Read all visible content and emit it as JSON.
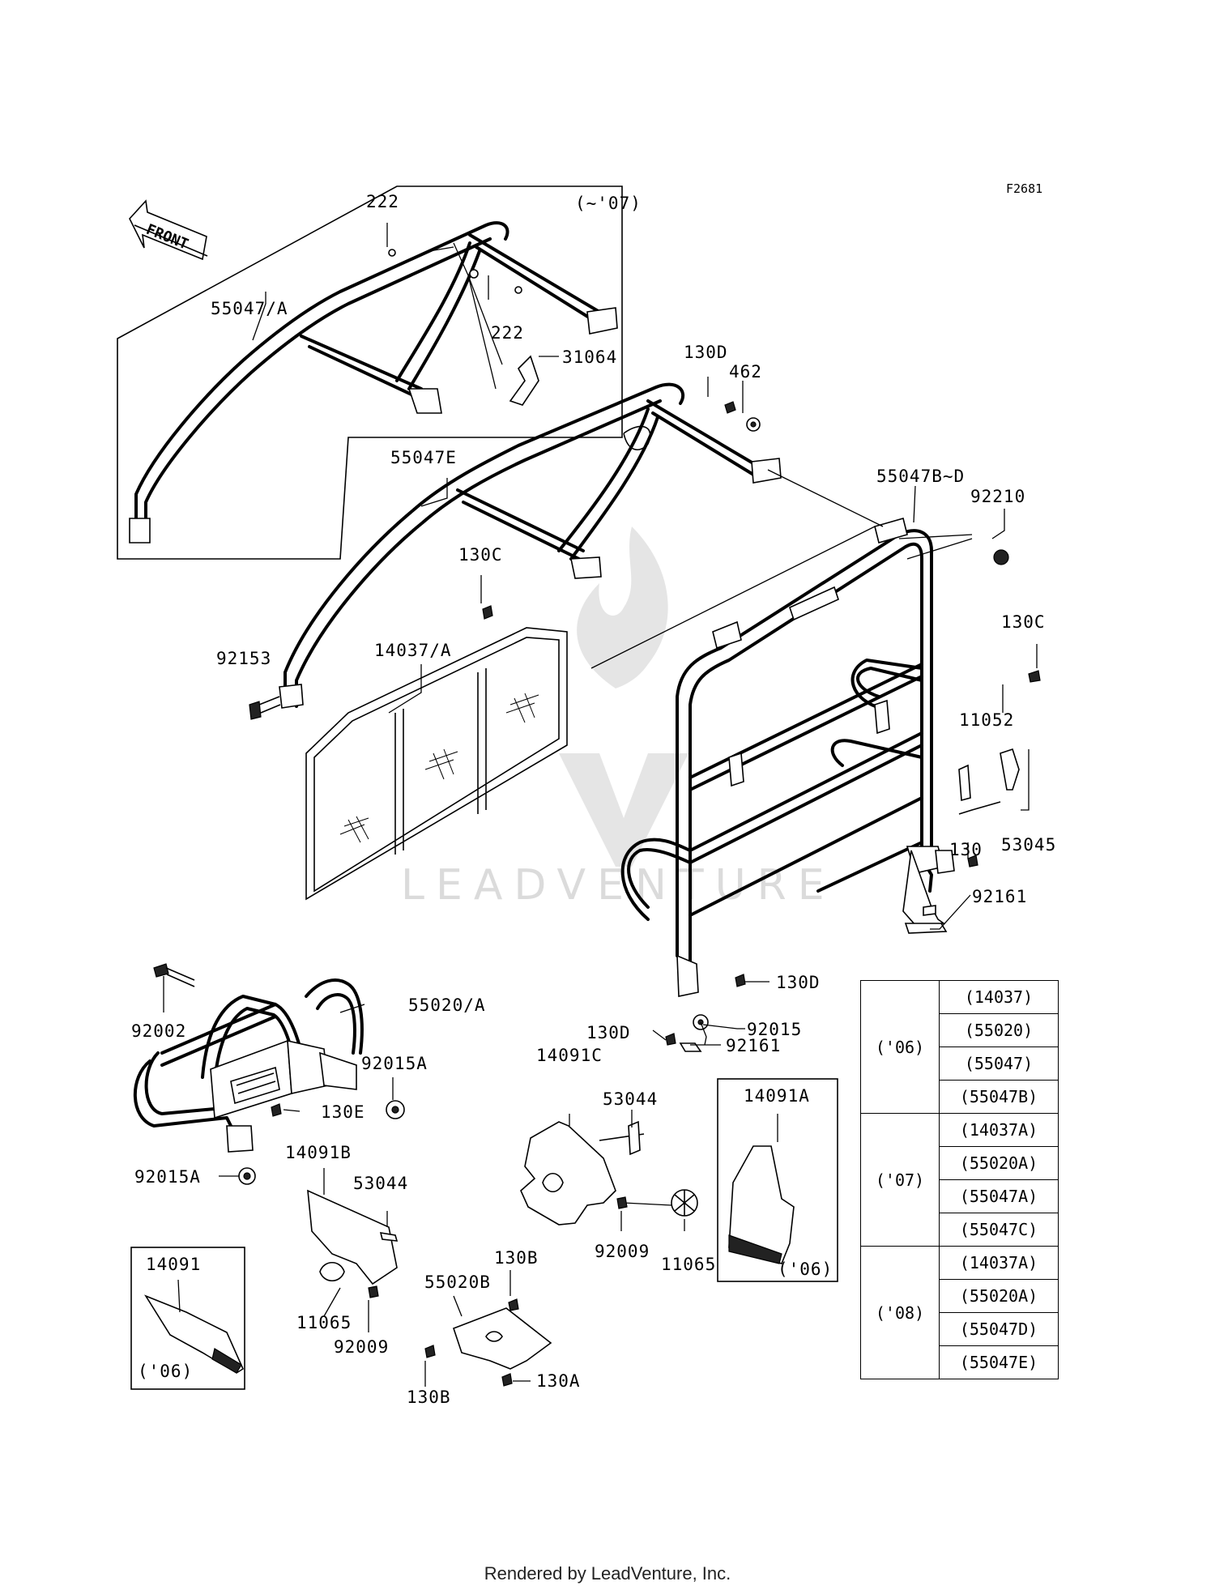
{
  "figure_code": "F2681",
  "front_arrow_label": "FRONT",
  "inset_label": "(~'07)",
  "watermark": "LEADVENTURE",
  "footer": "Rendered by LeadVenture, Inc.",
  "callouts": {
    "c222a": "222",
    "c222b": "222",
    "c55047A": "55047/A",
    "c31064": "31064",
    "c130D_top": "130D",
    "c462": "462",
    "c55047E": "55047E",
    "c55047BD": "55047B~D",
    "c92210": "92210",
    "c130C_left": "130C",
    "c130C_right": "130C",
    "c92153": "92153",
    "c14037A": "14037/A",
    "c11052": "11052",
    "c130": "130",
    "c53045": "53045",
    "c92161_right": "92161",
    "c130D_mid": "130D",
    "c92015": "92015",
    "c130D_low": "130D",
    "c92161_low": "92161",
    "c92002": "92002",
    "c55020A": "55020/A",
    "c92015A_right": "92015A",
    "c130E": "130E",
    "c92015A_left": "92015A",
    "c14091C": "14091C",
    "c53044_top": "53044",
    "c14091A": "14091A",
    "c14091B": "14091B",
    "c53044_low": "53044",
    "c92009_right": "92009",
    "c11065_right": "11065",
    "c14091": "14091",
    "c11065_left": "11065",
    "c92009_left": "92009",
    "c55020B": "55020B",
    "c130B_top": "130B",
    "c130B_low": "130B",
    "c130A": "130A",
    "c06_a": "('06)",
    "c06_b": "('06)"
  },
  "legend": {
    "groups": [
      {
        "year": "('06)",
        "parts": [
          "(14037)",
          "(55020)",
          "(55047)",
          "(55047B)"
        ]
      },
      {
        "year": "('07)",
        "parts": [
          "(14037A)",
          "(55020A)",
          "(55047A)",
          "(55047C)"
        ]
      },
      {
        "year": "('08)",
        "parts": [
          "(14037A)",
          "(55020A)",
          "(55047D)",
          "(55047E)"
        ]
      }
    ]
  }
}
